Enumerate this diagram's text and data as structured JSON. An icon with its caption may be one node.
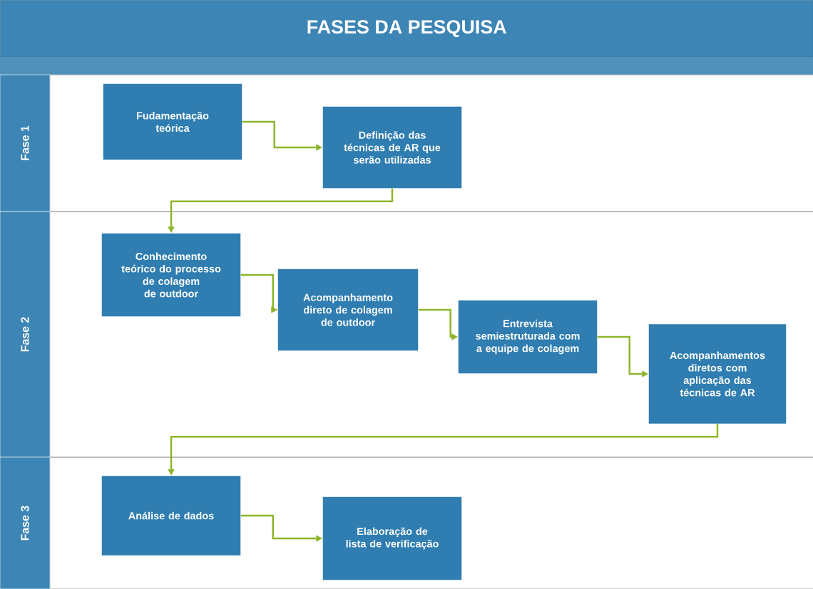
{
  "diagram": {
    "title": "FASES DA PESQUISA",
    "nodes": [
      {
        "text": [
          "Fase 1"
        ]
      },
      {
        "text": [
          "Fudamentação teórica"
        ],
        "in": 0
      },
      {
        "text": [
          "Definição das técnicas de AR que serão utilizadas"
        ],
        "in": 0
      },
      {
        "text": [
          "Fase 2"
        ]
      },
      {
        "text": [
          "Conhecimento teórico do processo de colagem de outdoor"
        ],
        "in": 3
      },
      {
        "text": [
          "Acompanhamento direto de colagem de outdoor"
        ],
        "in": 3
      },
      {
        "text": [
          "Entrevista semiestruturada com a equipe de colagem"
        ],
        "in": 3
      },
      {
        "text": [
          "Acompanhamentos diretos com aplicação das técnicas de AR"
        ],
        "in": 3
      },
      {
        "text": [
          "Fase 3"
        ]
      },
      {
        "text": [
          "Análise de dados"
        ],
        "in": 8
      },
      {
        "text": [
          "Elaboração de lista de verificação"
        ],
        "in": 8
      }
    ],
    "edges": [
      {
        "from": 1,
        "to": 2,
        "arrow": "to"
      },
      {
        "from": 2,
        "to": 4,
        "arrow": "to"
      },
      {
        "from": 4,
        "to": 5,
        "arrow": "to"
      },
      {
        "from": 5,
        "to": 6,
        "arrow": "to"
      },
      {
        "from": 6,
        "to": 7,
        "arrow": "to"
      },
      {
        "from": 7,
        "to": 9,
        "arrow": "to"
      },
      {
        "from": 9,
        "to": 10,
        "arrow": "to"
      }
    ]
  }
}
